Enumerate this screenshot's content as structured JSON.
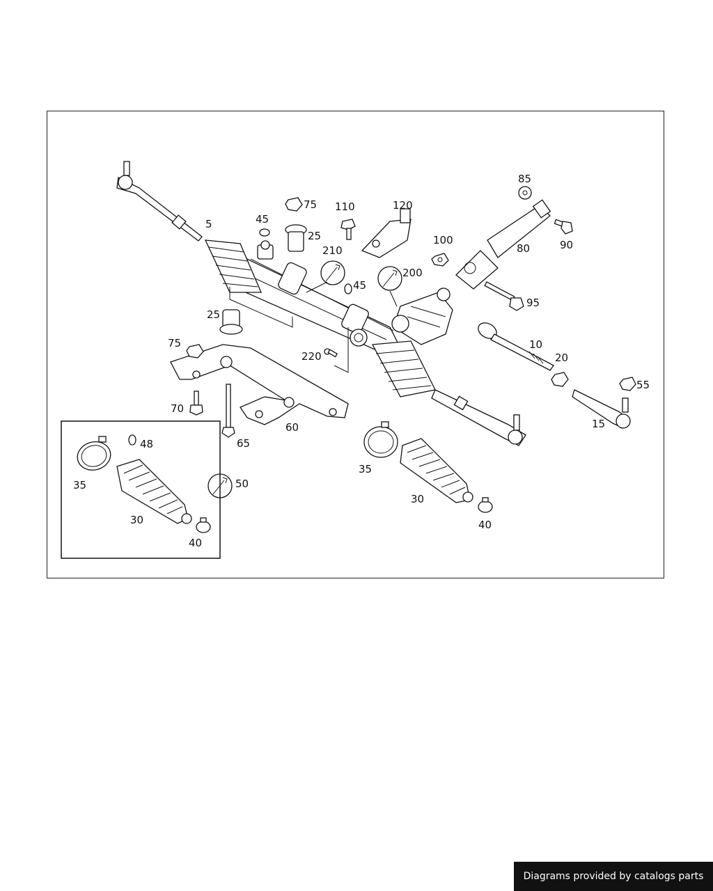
{
  "labels": {
    "p5": "5",
    "p10": "10",
    "p15": "15",
    "p20": "20",
    "p25a": "25",
    "p25b": "25",
    "p30a": "30",
    "p30b": "30",
    "p35a": "35",
    "p35b": "35",
    "p40a": "40",
    "p40b": "40",
    "p45a": "45",
    "p45b": "45",
    "p48": "48",
    "p50": "50",
    "p55": "55",
    "p60": "60",
    "p65": "65",
    "p70": "70",
    "p75a": "75",
    "p75b": "75",
    "p80": "80",
    "p85": "85",
    "p90": "90",
    "p95": "95",
    "p100": "100",
    "p110": "110",
    "p120": "120",
    "p200": "200",
    "p210": "210",
    "p220": "220"
  },
  "footer": {
    "credit": "Diagrams provided by catalogs parts"
  },
  "colors": {
    "line": "#111111",
    "background": "#ffffff",
    "credit_bg": "#111111",
    "credit_text": "#ffffff"
  }
}
